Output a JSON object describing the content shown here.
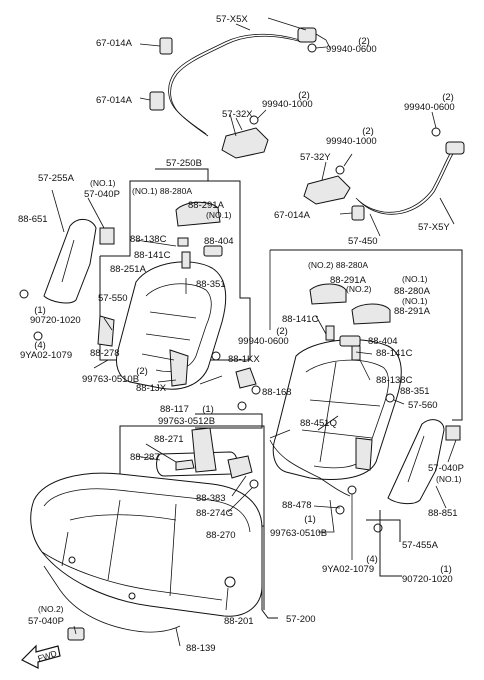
{
  "labels": {
    "l57X5X": "57-X5X",
    "l67014A_a": "67-014A",
    "l2_a": "(2)",
    "l99940_0600_a": "99940-0600",
    "l67014A_b": "67-014A",
    "l2_b": "(2)",
    "l99940_1000_a": "99940-1000",
    "l57_32X": "57-32X",
    "l2_c": "(2)",
    "l99940_0600_b": "99940-0600",
    "l2_d": "(2)",
    "l99940_1000_b": "99940-1000",
    "l57_32Y": "57-32Y",
    "l67014A_c": "67-014A",
    "l57_450": "57-450",
    "l57X5Y": "57-X5Y",
    "l57_255A": "57-255A",
    "lNo1_a": "(NO.1)",
    "l57_040P_a": "57-040P",
    "l88_651": "88-651",
    "l57_250B": "57-250B",
    "lNo1_280A_a": "(NO.1) 88-280A",
    "l88_291A_a": "88-291A",
    "lNo1_b": "(NO.1)",
    "l88_138C_a": "88-138C",
    "l88_404_a": "88-404",
    "l88_141C_a": "88-141C",
    "l88_251A": "88-251A",
    "l88_351_a": "88-351",
    "l57_550": "57-550",
    "l1_a": "(1)",
    "l90720_1020_a": "90720-1020",
    "l4_a": "(4)",
    "l9YA02_1079_a": "9YA02-1079",
    "l88_278": "88-278",
    "l2_e": "(2)",
    "l99763_0510B_a": "99763-0510B",
    "l88_1JX": "88-1JX",
    "l2_f": "(2)",
    "l99940_0600_c": "99940-0600",
    "l88_1KX": "88-1KX",
    "l88_168": "88-168",
    "l88_117": "88-117",
    "l1_b": "(1)",
    "l99763_0512B": "99763-0512B",
    "lNo2_280A": "(NO.2) 88-280A",
    "l88_291A_b": "88-291A",
    "lNo2_b": "(NO.2)",
    "lNo1_c": "(NO.1)",
    "l88_280A_c": "88-280A",
    "lNo1_d": "(NO.1)",
    "l88_291A_c": "88-291A",
    "l88_141C_b": "88-141C",
    "l88_404_b": "88-404",
    "l88_141C_c": "88-141C",
    "l88_138C_b": "88-138C",
    "l88_351_b": "88-351",
    "l57_560": "57-560",
    "l88_451Q": "88-451Q",
    "l88_271": "88-271",
    "l88_287": "88-287",
    "l88_383": "88-383",
    "l88_274G": "88-274G",
    "l88_270": "88-270",
    "l88_478": "88-478",
    "l1_c": "(1)",
    "l99763_0510B_b": "99763-0510B",
    "l57_040P_b": "57-040P",
    "lNo1_e": "(NO.1)",
    "l88_851": "88-851",
    "l57_455A": "57-455A",
    "l4_b": "(4)",
    "l9YA02_1079_b": "9YA02-1079",
    "l1_d": "(1)",
    "l90720_1020_b": "90720-1020",
    "lNo2_c": "(NO.2)",
    "l57_040P_c": "57-040P",
    "l88_139": "88-139",
    "l88_201": "88-201",
    "l57_200": "57-200",
    "lFWD": "FWD"
  }
}
